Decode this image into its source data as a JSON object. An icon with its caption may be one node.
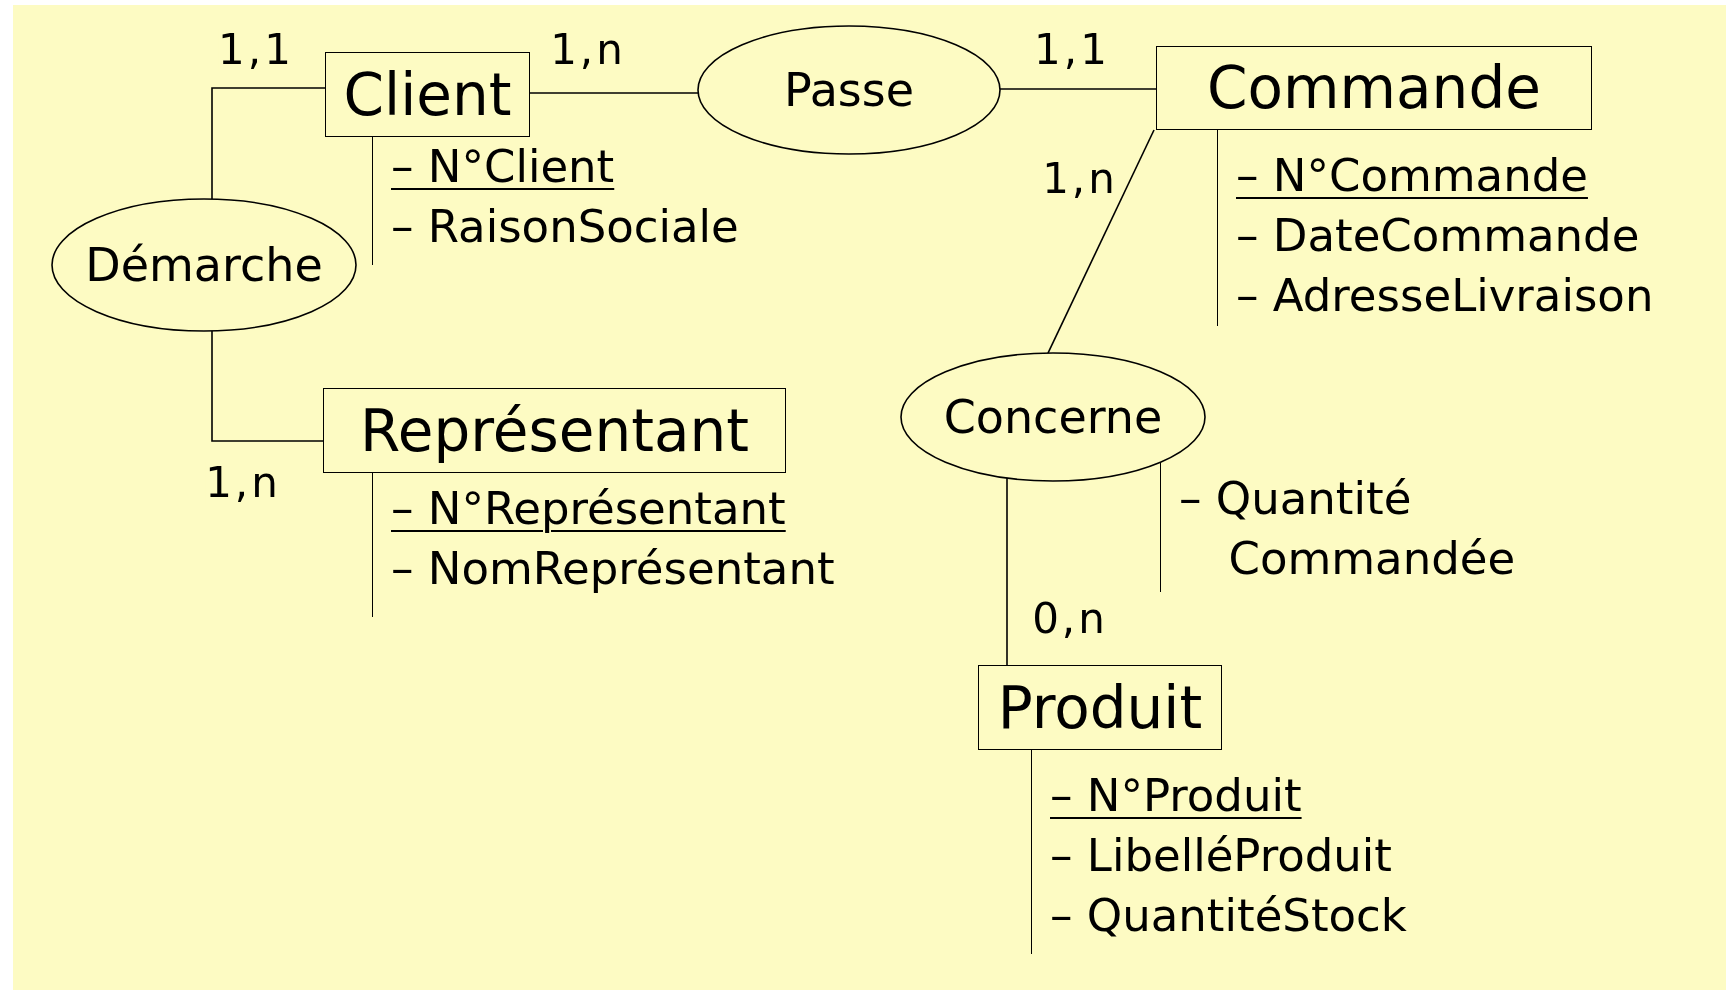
{
  "diagram": {
    "nodes": [
      {
        "text": [
          "Client"
        ],
        "beside": [
          "– N°Client",
          "– RaisonSociale"
        ]
      },
      {
        "text": [
          "Passe"
        ]
      },
      {
        "text": [
          "Commande"
        ],
        "beside": [
          "– N°Commande",
          "– DateCommande",
          "– AdresseLivraison"
        ]
      },
      {
        "text": [
          "Démarche"
        ]
      },
      {
        "text": [
          "Représentant"
        ],
        "beside": [
          "– N°Représentant",
          "– NomReprésentant"
        ]
      },
      {
        "text": [
          "Concerne"
        ],
        "beside": [
          "– Quantité Commandée"
        ]
      },
      {
        "text": [
          "Produit"
        ],
        "beside": [
          "– N°Produit",
          "– LibelléProduit",
          "– QuantitéStock"
        ]
      }
    ],
    "edges": [
      {
        "from": 0,
        "to": 1,
        "arrow": "none",
        "label": "1,n"
      },
      {
        "from": 1,
        "to": 2,
        "arrow": "none",
        "label": "1,1"
      },
      {
        "from": 2,
        "to": 5,
        "arrow": "none",
        "label": "1,n"
      },
      {
        "from": 5,
        "to": 6,
        "arrow": "none",
        "label": "0,n"
      },
      {
        "from": 3,
        "to": 0,
        "arrow": "none",
        "label": "1,1"
      },
      {
        "from": 3,
        "to": 4,
        "arrow": "none",
        "label": "1,n"
      }
    ]
  }
}
